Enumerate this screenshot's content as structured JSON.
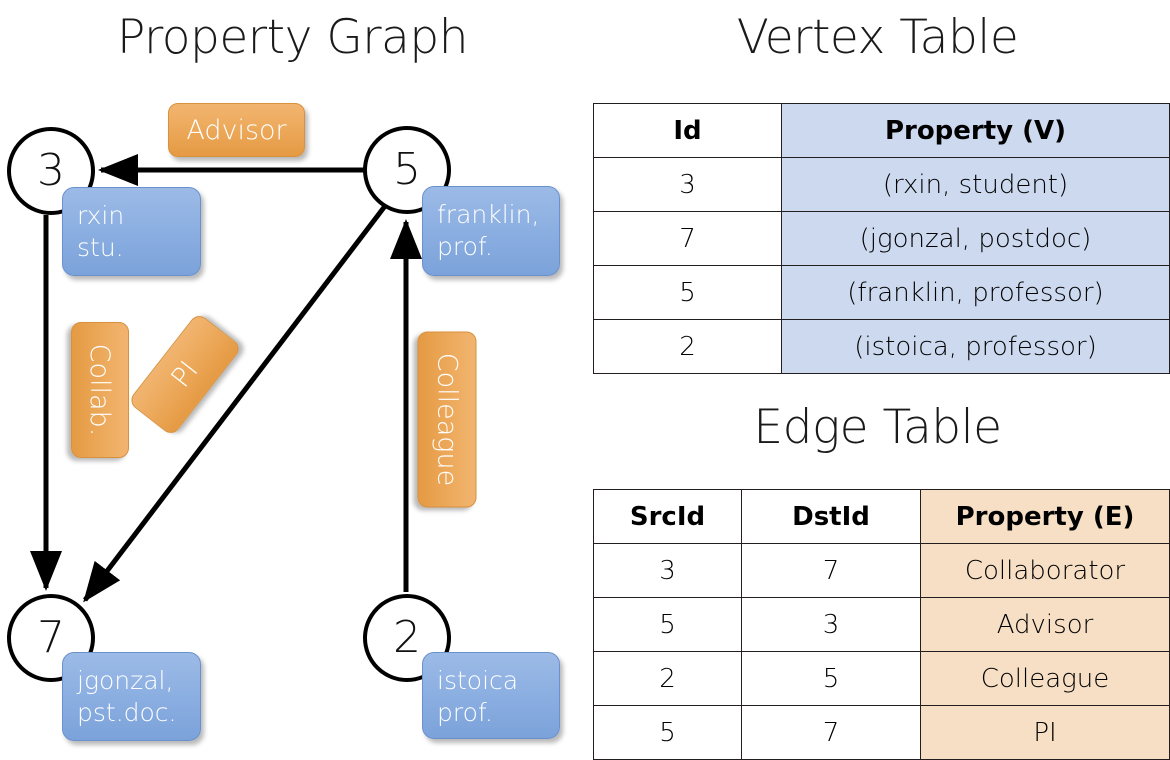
{
  "titles": {
    "property_graph": "Property Graph",
    "vertex_table": "Vertex Table",
    "edge_table": "Edge Table"
  },
  "graph": {
    "nodes": [
      {
        "id": "3",
        "property_line1": "rxin",
        "property_line2": "stu."
      },
      {
        "id": "5",
        "property_line1": "franklin,",
        "property_line2": "prof."
      },
      {
        "id": "7",
        "property_line1": "jgonzal,",
        "property_line2": "pst.doc."
      },
      {
        "id": "2",
        "property_line1": "istoica",
        "property_line2": "prof."
      }
    ],
    "edge_labels": [
      {
        "name": "advisor",
        "text": "Advisor"
      },
      {
        "name": "collab",
        "text": "Collab."
      },
      {
        "name": "pi",
        "text": "PI"
      },
      {
        "name": "colleague",
        "text": "Colleague"
      }
    ]
  },
  "vertex_table": {
    "headers": [
      "Id",
      "Property (V)"
    ],
    "rows": [
      {
        "id": "3",
        "property": "(rxin, student)"
      },
      {
        "id": "7",
        "property": "(jgonzal, postdoc)"
      },
      {
        "id": "5",
        "property": "(franklin, professor)"
      },
      {
        "id": "2",
        "property": "(istoica, professor)"
      }
    ]
  },
  "edge_table": {
    "headers": [
      "SrcId",
      "DstId",
      "Property (E)"
    ],
    "rows": [
      {
        "src": "3",
        "dst": "7",
        "property": "Collaborator"
      },
      {
        "src": "5",
        "dst": "3",
        "property": "Advisor"
      },
      {
        "src": "2",
        "dst": "5",
        "property": "Colleague"
      },
      {
        "src": "5",
        "dst": "7",
        "property": "PI"
      }
    ]
  },
  "colors": {
    "vertex_property_cell": "#ccd9ef",
    "edge_property_cell": "#f6dfc5",
    "node_property_box": "#8db0e2",
    "edge_label_box": "#edab5e",
    "stroke": "#000000"
  }
}
